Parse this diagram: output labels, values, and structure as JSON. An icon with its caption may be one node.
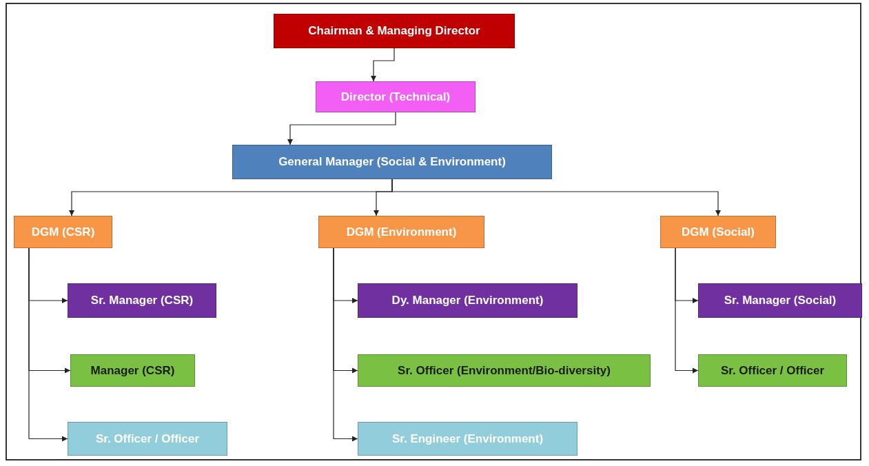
{
  "diagram": {
    "nodes": [
      {
        "text": [
          "Chairman & Managing Director"
        ]
      },
      {
        "text": [
          "Director (Technical)"
        ]
      },
      {
        "text": [
          "General Manager (Social & Environment)"
        ]
      },
      {
        "text": [
          "DGM (CSR)"
        ]
      },
      {
        "text": [
          "DGM (Environment)"
        ]
      },
      {
        "text": [
          "DGM (Social)"
        ]
      },
      {
        "text": [
          "Sr. Manager (CSR)"
        ]
      },
      {
        "text": [
          "Manager (CSR)"
        ]
      },
      {
        "text": [
          "Sr. Officer / Officer"
        ]
      },
      {
        "text": [
          "Dy. Manager (Environment)"
        ]
      },
      {
        "text": [
          "Sr. Officer (Environment/Bio-diversity)"
        ]
      },
      {
        "text": [
          "Sr. Engineer (Environment)"
        ]
      },
      {
        "text": [
          "Sr. Manager (Social)"
        ]
      },
      {
        "text": [
          "Sr. Officer / Officer"
        ]
      }
    ],
    "edges": [
      {
        "from": 0,
        "to": 1,
        "arrow": "to"
      },
      {
        "from": 1,
        "to": 2,
        "arrow": "to"
      },
      {
        "from": 2,
        "to": 3,
        "arrow": "to"
      },
      {
        "from": 2,
        "to": 4,
        "arrow": "to"
      },
      {
        "from": 2,
        "to": 5,
        "arrow": "to"
      },
      {
        "from": 3,
        "to": 6,
        "arrow": "to"
      },
      {
        "from": 3,
        "to": 7,
        "arrow": "to"
      },
      {
        "from": 3,
        "to": 8,
        "arrow": "to"
      },
      {
        "from": 4,
        "to": 9,
        "arrow": "to"
      },
      {
        "from": 4,
        "to": 10,
        "arrow": "to"
      },
      {
        "from": 4,
        "to": 11,
        "arrow": "to"
      },
      {
        "from": 5,
        "to": 12,
        "arrow": "to"
      },
      {
        "from": 5,
        "to": 13,
        "arrow": "to"
      }
    ]
  }
}
